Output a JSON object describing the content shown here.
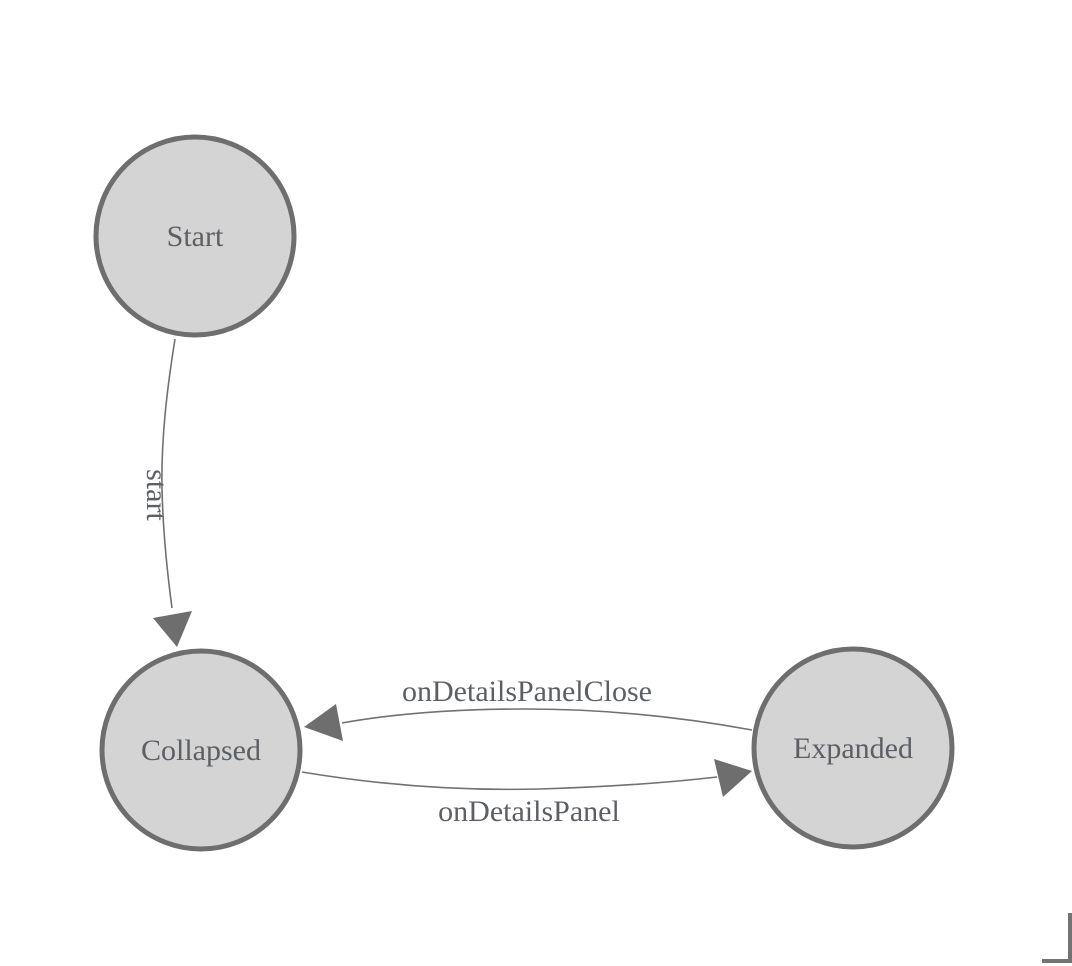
{
  "colors": {
    "background": "#ffffff",
    "node_fill": "#d4d4d4",
    "node_stroke": "#6e6e6e",
    "edge_stroke": "#717171",
    "arrow_fill": "#6e6e6e",
    "label_text": "#5c5f63",
    "corner_mark": "#737373"
  },
  "nodes": [
    {
      "id": "start",
      "label": "Start"
    },
    {
      "id": "collapsed",
      "label": "Collapsed"
    },
    {
      "id": "expanded",
      "label": "Expanded"
    }
  ],
  "edges": [
    {
      "from": "Start",
      "to": "Collapsed",
      "label": "start"
    },
    {
      "from": "Collapsed",
      "to": "Expanded",
      "label": "onDetailsPanel"
    },
    {
      "from": "Expanded",
      "to": "Collapsed",
      "label": "onDetailsPanelClose"
    }
  ]
}
